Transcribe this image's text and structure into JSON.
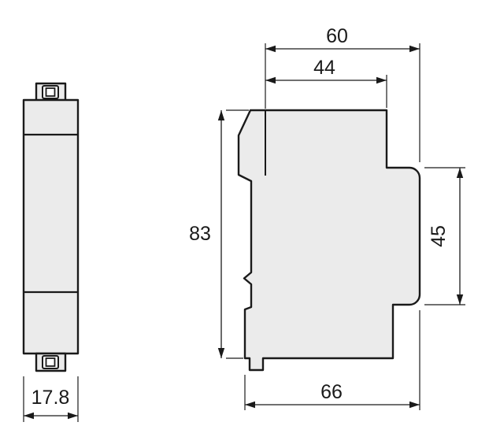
{
  "colors": {
    "background": "#ffffff",
    "line": "#1a1a1a",
    "fill": "#ebebeb"
  },
  "views": {
    "front": {
      "dimensions": {
        "width": "17.8"
      }
    },
    "side": {
      "dimensions": {
        "total_depth": "60",
        "upper_depth": "44",
        "height": "83",
        "front_height": "45",
        "lower_depth": "66"
      }
    }
  }
}
